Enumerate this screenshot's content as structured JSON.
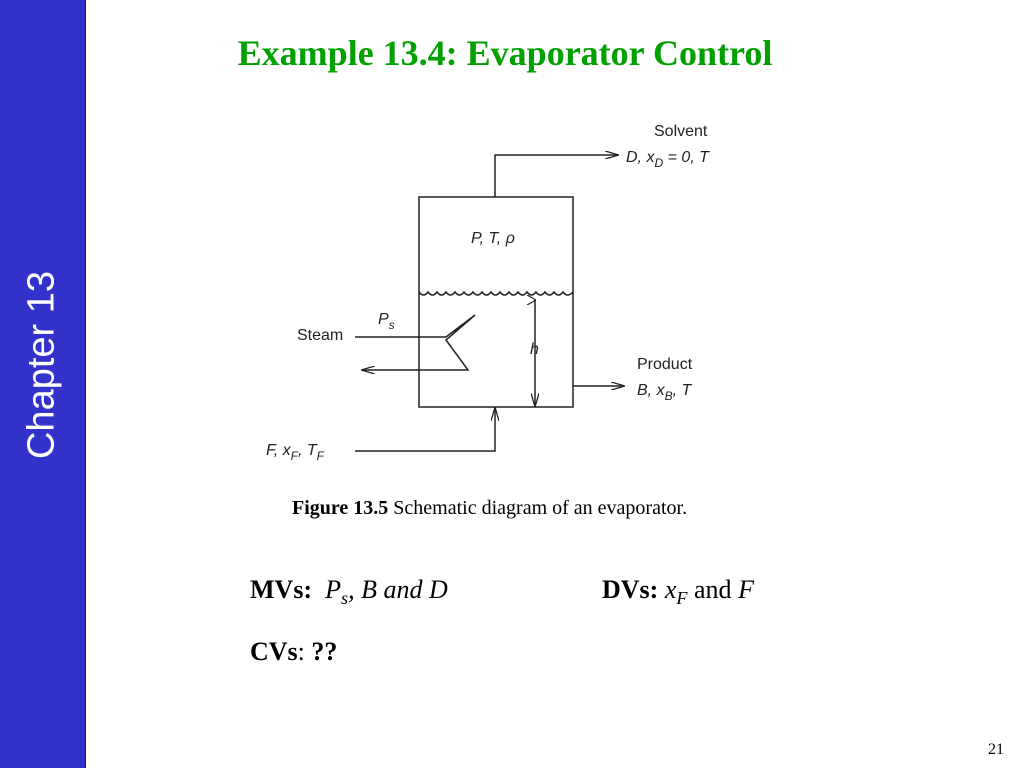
{
  "sidebar": {
    "label": "Chapter 13"
  },
  "slide": {
    "title": "Example 13.4: Evaporator Control",
    "page_number": "21"
  },
  "diagram": {
    "solvent_label": "Solvent",
    "tank_state_label": "P, T, ρ",
    "steam_label": "Steam",
    "steam_pressure_main": "P",
    "steam_pressure_sub": "s",
    "level_label": "h",
    "product_label": "Product",
    "distillate_eq_prefix": "D, x",
    "distillate_eq_sub": "D",
    "distillate_eq_suffix": " = 0, T",
    "product_eq_prefix": "B, x",
    "product_eq_sub": "B",
    "product_eq_suffix": ", T",
    "feed_eq_prefix": "F, x",
    "feed_eq_sub": "F",
    "feed_eq_mid": ", T",
    "feed_eq_sub2": "F"
  },
  "caption": {
    "bold": "Figure 13.5",
    "text": " Schematic diagram of an evaporator."
  },
  "variables": {
    "mv_label": "MVs:",
    "mv_p": "P",
    "mv_p_sub": "s",
    "mv_rest": ", B and D",
    "dv_label": "DVs:",
    "dv_x": "x",
    "dv_x_sub": "F",
    "dv_and": " and ",
    "dv_f": "F",
    "cv_label": "CVs",
    "cv_colon": ":",
    "cv_value": "??"
  }
}
